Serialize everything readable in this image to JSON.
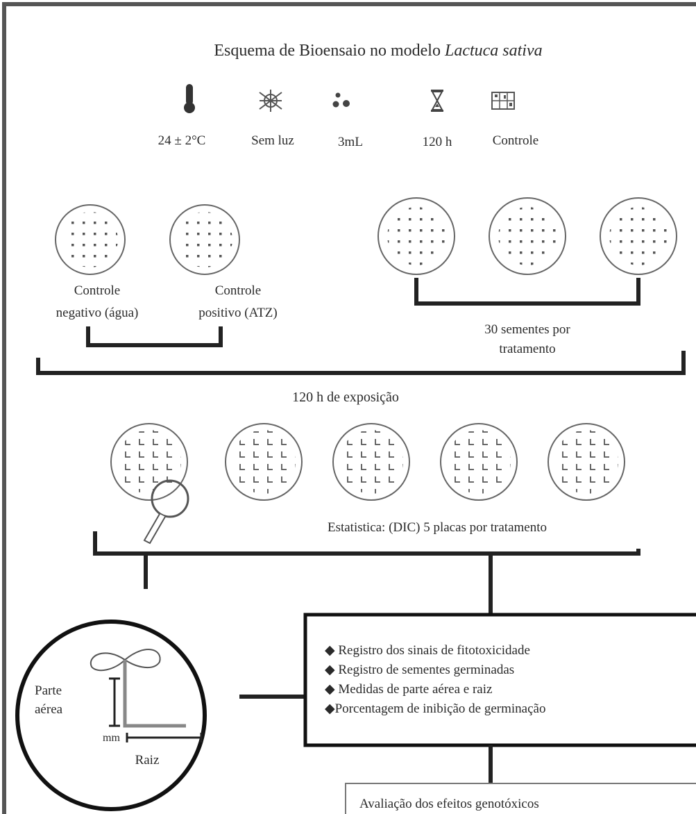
{
  "title": {
    "prefix": "Esquema de Bioensaio no modelo ",
    "species": "Lactuca sativa"
  },
  "conditions": [
    {
      "icon": "thermometer-icon",
      "label": "24 ± 2°C"
    },
    {
      "icon": "no-light-icon",
      "label": "Sem luz"
    },
    {
      "icon": "drops-icon",
      "label": "3mL"
    },
    {
      "icon": "hourglass-icon",
      "label": "120 h"
    },
    {
      "icon": "control-grid-icon",
      "label": "Controle"
    }
  ],
  "controls": {
    "negative": {
      "line1": "Controle",
      "line2": "negativo (água)"
    },
    "positive": {
      "line1": "Controle",
      "line2": "positivo (ATZ)"
    }
  },
  "treatments": {
    "line1": "30 sementes por",
    "line2": "tratamento"
  },
  "exposure_label": "120 h de exposição",
  "statistics_label": "Estatistica: (DIC) 5 placas por tratamento",
  "seedling": {
    "shoot_label_line1": "Parte",
    "shoot_label_line2": "aérea",
    "unit": "mm",
    "root_label": "Raiz"
  },
  "assessments": [
    "◆ Registro dos sinais de fitotoxicidade",
    "◆ Registro de sementes germinadas",
    "◆ Medidas de parte aérea e raiz",
    "◆Porcentagem de inibição de germinação"
  ],
  "genotoxic_label": "Avaliação dos efeitos genotóxicos"
}
